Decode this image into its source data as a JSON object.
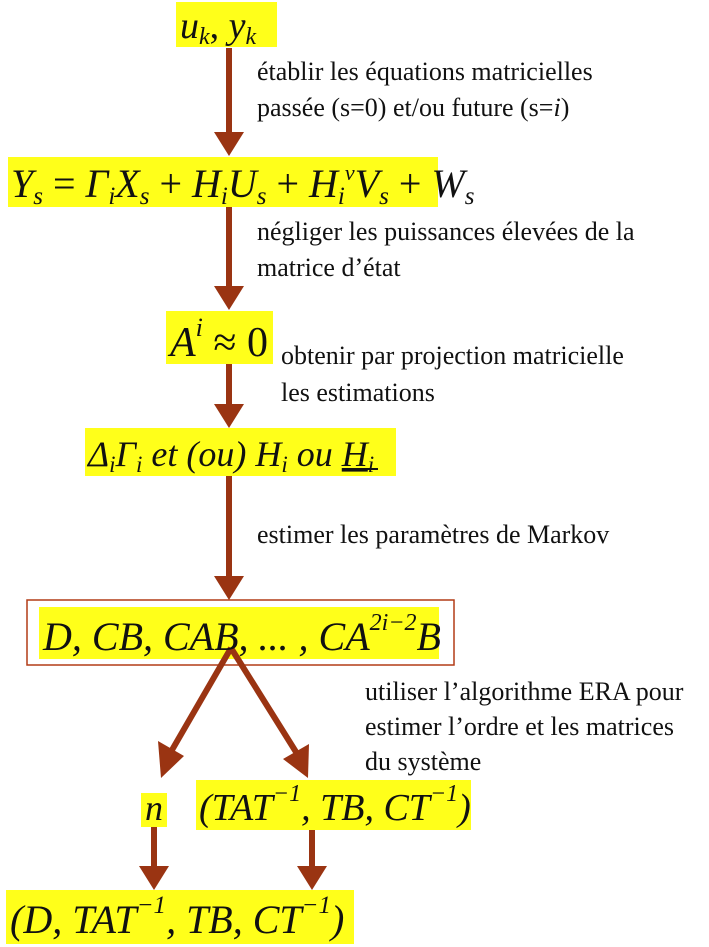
{
  "colors": {
    "highlight": "#ffff1a",
    "arrow": "#9a3412",
    "box_border": "#b23c17",
    "text": "#111111"
  },
  "nodes": {
    "n1": {
      "u": "u",
      "k": "k",
      "sep": ", ",
      "y": "y",
      "k2": "k"
    },
    "n2": {
      "Y": "Y",
      "s1": "s",
      "eq": " = ",
      "Gamma": "Γ",
      "i1": "i",
      "X": "X",
      "s2": "s",
      "plus1": " + ",
      "H1": "H",
      "i2": "i",
      "U": "U",
      "s3": "s",
      "plus2": " + ",
      "H2": "H",
      "i3": "i",
      "v": "v",
      "V": "V",
      "s4": "s",
      "plus3": " + ",
      "W": "W",
      "s5": "s"
    },
    "n3": {
      "A": "A",
      "i": "i",
      "approx": " ≈ 0"
    },
    "n4": {
      "Delta": "Δ",
      "i1": "i",
      "Gamma": "Γ",
      "i2": "i",
      "mid": " et (ou) ",
      "H": "H",
      "i3": "i",
      "ou": " ou ",
      "Hu": "H",
      "i4": "i"
    },
    "n5": {
      "main": "D, CB, CAB, ... , CA",
      "exp": "2i−2",
      "tail": "B"
    },
    "n6": {
      "text": "n"
    },
    "n7": {
      "p1": "(TAT",
      "e1": "−1",
      "p2": ", TB, CT",
      "e2": "−1",
      "p3": ")"
    },
    "n8": {
      "p1": "(D, TAT",
      "e1": "−1",
      "p2": ", TB, CT",
      "e2": "−1",
      "p3": ")"
    }
  },
  "steps": {
    "s1": {
      "line1": "établir les équations matricielles",
      "line2_a": "passée (s=0) et/ou future (s=",
      "line2_i": "i",
      "line2_b": ")"
    },
    "s2": {
      "line1": "négliger les puissances élevées de la",
      "line2": "matrice d’état"
    },
    "s3": {
      "line1": "obtenir par projection matricielle",
      "line2": "les estimations"
    },
    "s4": {
      "line1": "estimer les paramètres de Markov"
    },
    "s5": {
      "line1": "utiliser l’algorithme ERA pour",
      "line2": "estimer l’ordre et les matrices",
      "line3": "du système"
    }
  }
}
